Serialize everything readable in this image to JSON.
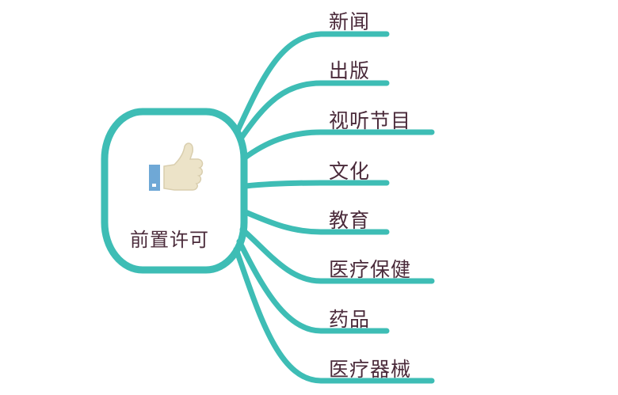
{
  "root": {
    "label": "前置许可",
    "icon": "thumbs-up-icon"
  },
  "branches": [
    {
      "label": "新闻"
    },
    {
      "label": "出版"
    },
    {
      "label": "视听节目"
    },
    {
      "label": "文化"
    },
    {
      "label": "教育"
    },
    {
      "label": "医疗保健"
    },
    {
      "label": "药品"
    },
    {
      "label": "医疗器械"
    }
  ],
  "colors": {
    "branch": "#3ebdb5",
    "text": "#4a2a3a",
    "thumb_cuff": "#6fa8d6",
    "thumb_hand": "#ece3c8"
  }
}
